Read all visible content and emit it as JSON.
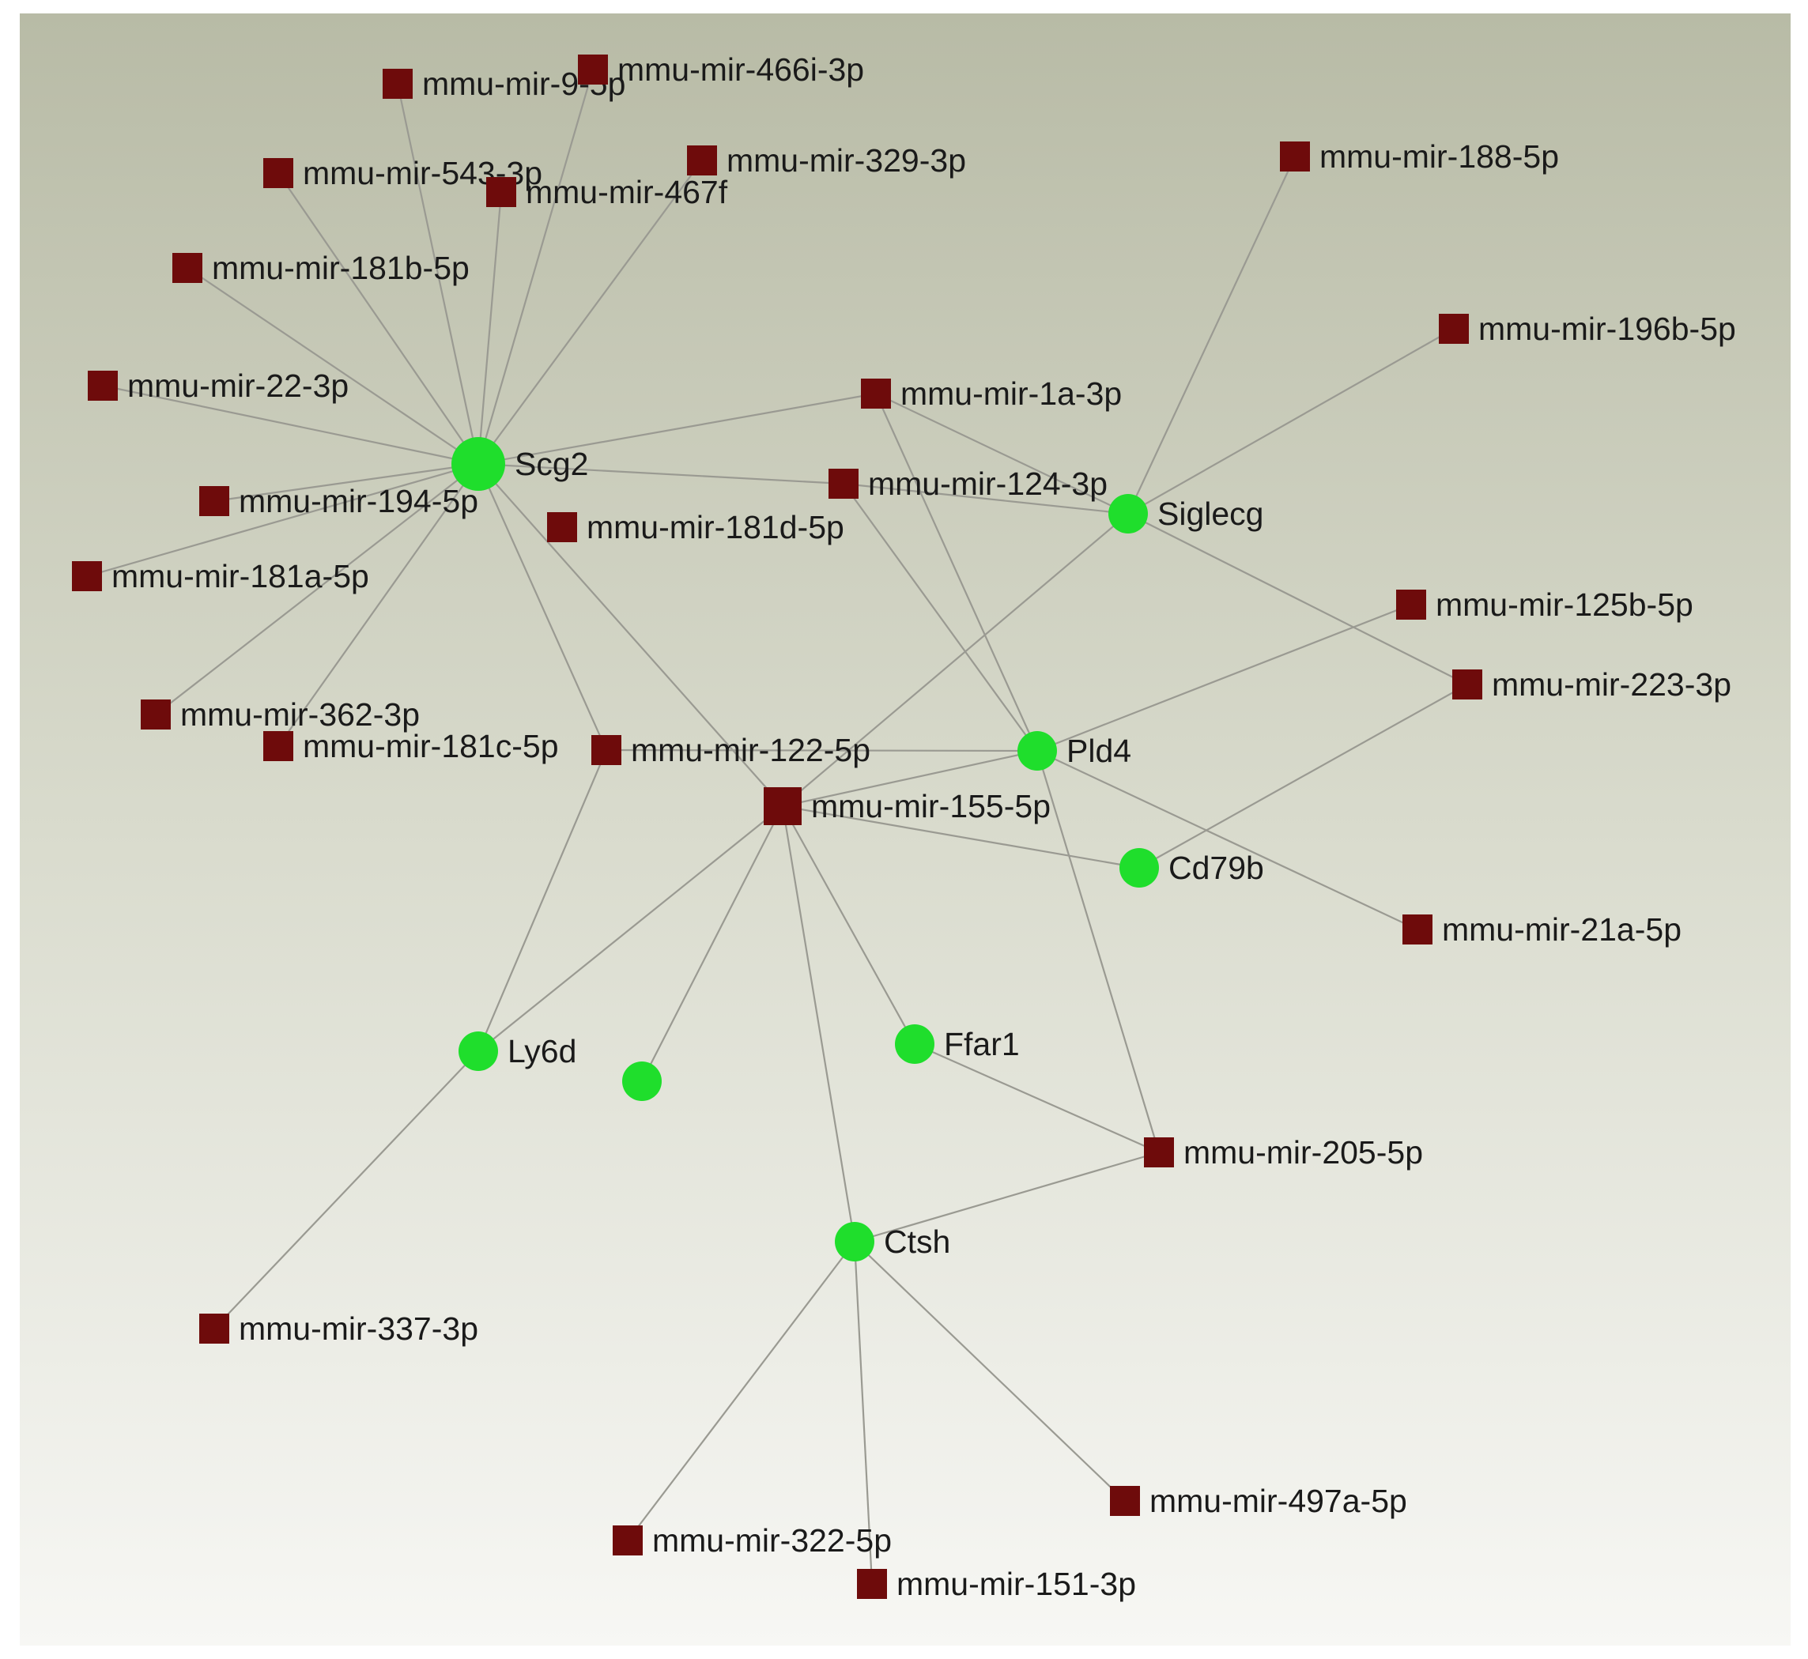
{
  "colors": {
    "mirna": "#6e0b0b",
    "gene": "#1fde2c",
    "edge": "#9a9a92",
    "background_top": "#b8bba6",
    "background_bottom": "#f7f7f4"
  },
  "nodes": [
    {
      "id": "Scg2",
      "label": "Scg2",
      "kind": "gene"
    },
    {
      "id": "Siglecg",
      "label": "Siglecg",
      "kind": "gene"
    },
    {
      "id": "Pld4",
      "label": "Pld4",
      "kind": "gene"
    },
    {
      "id": "Cd79b",
      "label": "Cd79b",
      "kind": "gene"
    },
    {
      "id": "Ly6d",
      "label": "Ly6d",
      "kind": "gene"
    },
    {
      "id": "Unlabeled",
      "label": "",
      "kind": "gene"
    },
    {
      "id": "Ffar1",
      "label": "Ffar1",
      "kind": "gene"
    },
    {
      "id": "Ctsh",
      "label": "Ctsh",
      "kind": "gene"
    },
    {
      "id": "mir-9-5p",
      "label": "mmu-mir-9-5p",
      "kind": "mirna"
    },
    {
      "id": "mir-466i-3p",
      "label": "mmu-mir-466i-3p",
      "kind": "mirna"
    },
    {
      "id": "mir-543-3p",
      "label": "mmu-mir-543-3p",
      "kind": "mirna"
    },
    {
      "id": "mir-467f",
      "label": "mmu-mir-467f",
      "kind": "mirna"
    },
    {
      "id": "mir-329-3p",
      "label": "mmu-mir-329-3p",
      "kind": "mirna"
    },
    {
      "id": "mir-188-5p",
      "label": "mmu-mir-188-5p",
      "kind": "mirna"
    },
    {
      "id": "mir-181b-5p",
      "label": "mmu-mir-181b-5p",
      "kind": "mirna"
    },
    {
      "id": "mir-196b-5p",
      "label": "mmu-mir-196b-5p",
      "kind": "mirna"
    },
    {
      "id": "mir-22-3p",
      "label": "mmu-mir-22-3p",
      "kind": "mirna"
    },
    {
      "id": "mir-1a-3p",
      "label": "mmu-mir-1a-3p",
      "kind": "mirna"
    },
    {
      "id": "mir-124-3p",
      "label": "mmu-mir-124-3p",
      "kind": "mirna"
    },
    {
      "id": "mir-194-5p",
      "label": "mmu-mir-194-5p",
      "kind": "mirna"
    },
    {
      "id": "mir-181d-5p",
      "label": "mmu-mir-181d-5p",
      "kind": "mirna"
    },
    {
      "id": "mir-181a-5p",
      "label": "mmu-mir-181a-5p",
      "kind": "mirna"
    },
    {
      "id": "mir-125b-5p",
      "label": "mmu-mir-125b-5p",
      "kind": "mirna"
    },
    {
      "id": "mir-223-3p",
      "label": "mmu-mir-223-3p",
      "kind": "mirna"
    },
    {
      "id": "mir-362-3p",
      "label": "mmu-mir-362-3p",
      "kind": "mirna"
    },
    {
      "id": "mir-181c-5p",
      "label": "mmu-mir-181c-5p",
      "kind": "mirna"
    },
    {
      "id": "mir-122-5p",
      "label": "mmu-mir-122-5p",
      "kind": "mirna"
    },
    {
      "id": "mir-155-5p",
      "label": "mmu-mir-155-5p",
      "kind": "mirna"
    },
    {
      "id": "mir-21a-5p",
      "label": "mmu-mir-21a-5p",
      "kind": "mirna"
    },
    {
      "id": "mir-205-5p",
      "label": "mmu-mir-205-5p",
      "kind": "mirna"
    },
    {
      "id": "mir-337-3p",
      "label": "mmu-mir-337-3p",
      "kind": "mirna"
    },
    {
      "id": "mir-497a-5p",
      "label": "mmu-mir-497a-5p",
      "kind": "mirna"
    },
    {
      "id": "mir-322-5p",
      "label": "mmu-mir-322-5p",
      "kind": "mirna"
    },
    {
      "id": "mir-151-3p",
      "label": "mmu-mir-151-3p",
      "kind": "mirna"
    }
  ],
  "edges": [
    [
      "Scg2",
      "mir-9-5p"
    ],
    [
      "Scg2",
      "mir-466i-3p"
    ],
    [
      "Scg2",
      "mir-543-3p"
    ],
    [
      "Scg2",
      "mir-467f"
    ],
    [
      "Scg2",
      "mir-329-3p"
    ],
    [
      "Scg2",
      "mir-181b-5p"
    ],
    [
      "Scg2",
      "mir-22-3p"
    ],
    [
      "Scg2",
      "mir-194-5p"
    ],
    [
      "Scg2",
      "mir-181a-5p"
    ],
    [
      "Scg2",
      "mir-362-3p"
    ],
    [
      "Scg2",
      "mir-181c-5p"
    ],
    [
      "Scg2",
      "mir-1a-3p"
    ],
    [
      "Scg2",
      "mir-124-3p"
    ],
    [
      "Scg2",
      "mir-122-5p"
    ],
    [
      "Scg2",
      "mir-155-5p"
    ],
    [
      "Siglecg",
      "mir-188-5p"
    ],
    [
      "Siglecg",
      "mir-196b-5p"
    ],
    [
      "Siglecg",
      "mir-1a-3p"
    ],
    [
      "Siglecg",
      "mir-124-3p"
    ],
    [
      "Siglecg",
      "mir-223-3p"
    ],
    [
      "Siglecg",
      "mir-155-5p"
    ],
    [
      "Pld4",
      "mir-1a-3p"
    ],
    [
      "Pld4",
      "mir-124-3p"
    ],
    [
      "Pld4",
      "mir-125b-5p"
    ],
    [
      "Pld4",
      "mir-122-5p"
    ],
    [
      "Pld4",
      "mir-155-5p"
    ],
    [
      "Pld4",
      "mir-21a-5p"
    ],
    [
      "Pld4",
      "mir-205-5p"
    ],
    [
      "Cd79b",
      "mir-223-3p"
    ],
    [
      "Cd79b",
      "mir-155-5p"
    ],
    [
      "Ly6d",
      "mir-122-5p"
    ],
    [
      "Ly6d",
      "mir-155-5p"
    ],
    [
      "Ly6d",
      "mir-337-3p"
    ],
    [
      "Unlabeled",
      "mir-155-5p"
    ],
    [
      "Ffar1",
      "mir-155-5p"
    ],
    [
      "Ffar1",
      "mir-205-5p"
    ],
    [
      "Ctsh",
      "mir-155-5p"
    ],
    [
      "Ctsh",
      "mir-205-5p"
    ],
    [
      "Ctsh",
      "mir-497a-5p"
    ],
    [
      "Ctsh",
      "mir-322-5p"
    ],
    [
      "Ctsh",
      "mir-151-3p"
    ]
  ]
}
